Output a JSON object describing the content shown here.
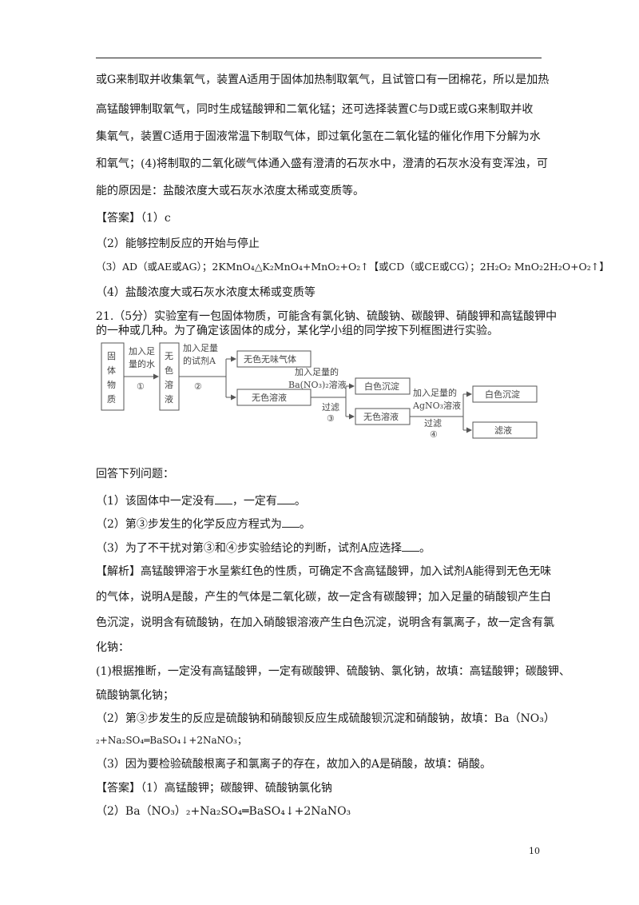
{
  "lines": {
    "l1": "或G来制取并收集氧气，装置A适用于固体加热制取氧气，且试管口有一团棉花，所以是加热",
    "l2": "高锰酸钾制取氧气，同时生成锰酸钾和二氧化锰；还可选择装置C与D或E或G来制取并收",
    "l3": "集氧气，装置C适用于固液常温下制取气体，即过氧化氢在二氧化锰的催化作用下分解为水",
    "l4": "和氧气；(4)将制取的二氧化碳气体通入盛有澄清的石灰水中，澄清的石灰水没有变浑浊，可",
    "l5": "能的原因是：盐酸浓度大或石灰水浓度太稀或变质等。",
    "ans1": "【答案】（1）c",
    "ans2": "（2）能够控制反应的开始与停止",
    "ans3": "（3）AD（或AE或AG）；2KMnO₄△K₂MnO₄+MnO₂+O₂↑【或CD（或CE或CG）；2H₂O₂ MnO₂2H₂O+O₂↑】",
    "ans4": "（4）盐酸浓度大或石灰水浓度太稀或变质等",
    "q21a": "21.（5分）实验室有一包固体物质，可能含有氯化钠、硫酸钠、碳酸钾、硝酸钾和高锰酸钾中",
    "q21b": "的一种或几种。为了确定该固体的成分，某化学小组的同学按下列框图进行实验。",
    "answer_q": "回答下列问题：",
    "sub1_a": "（1）该固体中一定没有",
    "sub1_b": "，一定有",
    "sub1_c": "。",
    "sub2_a": "（2）第③步发生的化学反应方程式为",
    "sub2_b": "。",
    "sub3_a": "（3）为了不干扰对第③和④步实验结论的判断，试剂A应选择",
    "sub3_b": "。",
    "ex1": "【解析】高锰酸钾溶于水呈紫红色的性质，可确定不含高锰酸钾，加入试剂A能得到无色无味",
    "ex2": "的气体，说明A是酸，产生的气体是二氧化碳，故一定含有碳酸钾；加入足量的硝酸钡产生白",
    "ex3": "色沉淀，说明含有硫酸钠，在加入硝酸银溶液产生白色沉淀，说明含有氯离子，故一定含有氯",
    "ex4": "化钠：",
    "ex5": "(1)根据推断，一定没有高锰酸钾，一定有碳酸钾、硫酸钠、氯化钠，故填：高锰酸钾；碳酸钾、",
    "ex6": "硫酸钠氯化钠；",
    "ex7": "（2）第③步发生的反应是硫酸钠和硝酸钡反应生成硫酸钡沉淀和硝酸钠，故填：Ba（NO₃）",
    "ex8": "₂+Na₂SO₄═BaSO₄↓+2NaNO₃；",
    "ex9": "（3）因为要检验硫酸根离子和氯离子的存在，故加入的A是硝酸，故填：硝酸。",
    "fa1": "【答案】（1）高锰酸钾；碳酸钾、硫酸钠氯化钠",
    "fa2": "（2）Ba（NO₃）₂+Na₂SO₄═BaSO₄↓+2NaNO₃"
  },
  "flowchart": {
    "box_solid": [
      "固",
      "体",
      "物",
      "质"
    ],
    "step1_top": "加入足",
    "step1_mid": "量的水",
    "step1_num": "①",
    "box_colorless": [
      "无",
      "色",
      "溶",
      "液"
    ],
    "step2_top": "加入足量",
    "step2_mid": "的试剂A",
    "step2_num": "②",
    "gas": "无色无味气体",
    "sol2": "无色溶液",
    "step3_top": "加入足量的",
    "step3_mid": "Ba(NO₃)₂溶液",
    "step3_bot": "过滤",
    "step3_num": "③",
    "ppt3": "白色沉淀",
    "sol3": "无色溶液",
    "step4_top": "加入足量的",
    "step4_mid": "AgNO₃溶液",
    "step4_bot": "过滤",
    "step4_num": "④",
    "ppt4": "白色沉淀",
    "filtrate": "滤液"
  },
  "page_number": "10"
}
